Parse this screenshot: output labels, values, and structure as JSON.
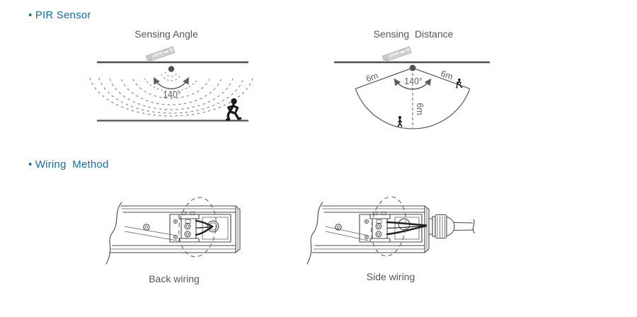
{
  "colors": {
    "heading_blue": "#0f6eb8",
    "text_gray": "#575757",
    "line_art": "#474747"
  },
  "headings": {
    "pir_sensor": "• PIR Sensor",
    "wiring_method": "• Wiring  Method"
  },
  "sensing_angle": {
    "title": "Sensing Angle",
    "angle_label": "140°"
  },
  "sensing_distance": {
    "title": "Sensing  Distance",
    "angle_label": "140°",
    "left_radius_label": "6m",
    "right_radius_label": "6m",
    "center_distance_label": "6m"
  },
  "wiring": {
    "back_caption": "Back wiring",
    "side_caption": "Side wiring"
  }
}
